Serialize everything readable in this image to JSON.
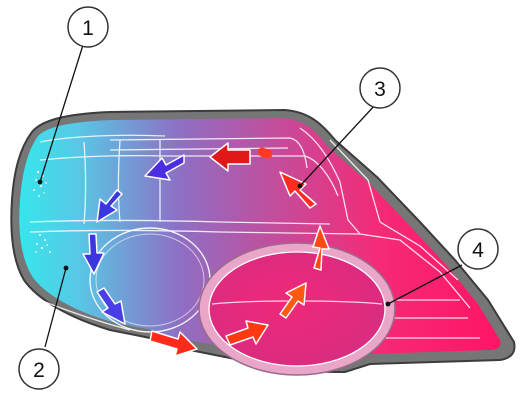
{
  "callouts": [
    {
      "number": "1"
    },
    {
      "number": "2"
    },
    {
      "number": "3"
    },
    {
      "number": "4"
    }
  ],
  "colors": {
    "cool": "#3fe0e8",
    "mid": "#9a5fb4",
    "warm": "#ff1a6e",
    "housing_edge": "#6e6e6e",
    "arrow_cold": "#3a3ae0",
    "arrow_hot": "#ff3a10"
  }
}
